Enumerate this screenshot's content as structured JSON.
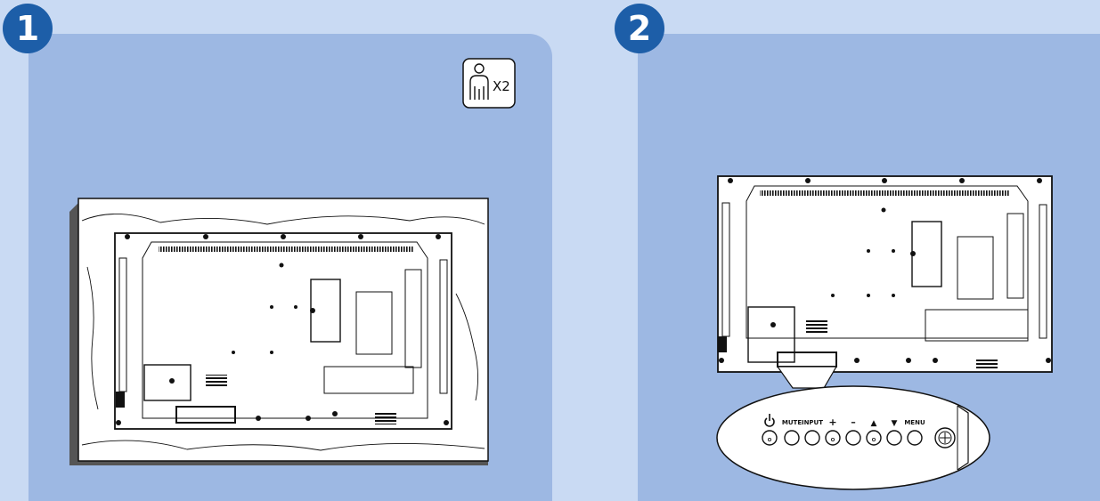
{
  "steps": [
    {
      "number": "1",
      "people_count_label": "X2"
    },
    {
      "number": "2"
    }
  ],
  "keypad": {
    "labels": [
      "MUTE",
      "INPUT",
      "+",
      "–",
      "▲",
      "▼",
      "MENU"
    ]
  },
  "colors": {
    "page_background": "#c9daf3",
    "panel_background": "#9db8e3",
    "badge_fill": "#1d5ea8",
    "line_art": "#111111",
    "device_fill": "#ffffff"
  }
}
